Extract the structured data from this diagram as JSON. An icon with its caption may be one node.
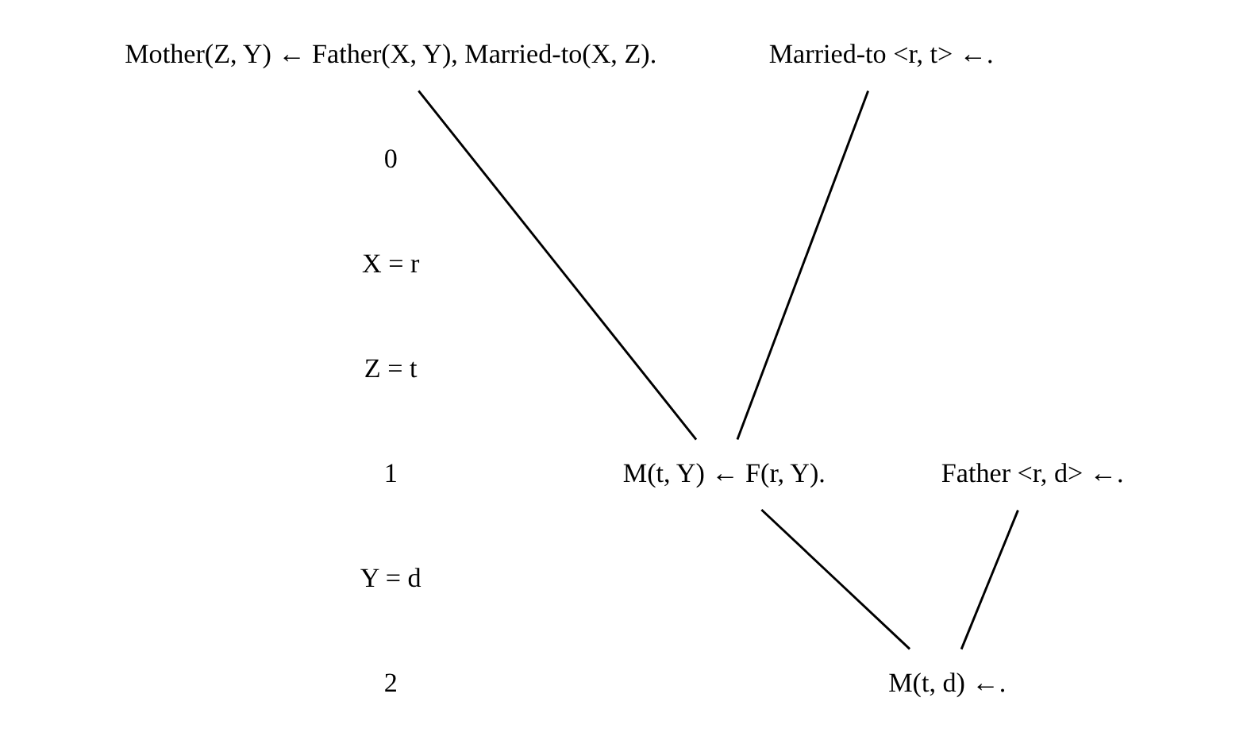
{
  "diagram": {
    "nodes": [
      {
        "text": [
          "Mother(Z, Y) ← Father(X, Y), Married-to(X, Z)."
        ]
      },
      {
        "text": [
          "Married-to <r, t> ←."
        ]
      },
      {
        "text": [
          "M(t, Y) ← F(r, Y)."
        ]
      },
      {
        "text": [
          "Father <r, d> ←."
        ]
      },
      {
        "text": [
          "M(t, d) ←."
        ]
      }
    ],
    "edges": [
      {
        "from": 0,
        "to": 2,
        "arrow": "none"
      },
      {
        "from": 1,
        "to": 2,
        "arrow": "none"
      },
      {
        "from": 2,
        "to": 4,
        "arrow": "none"
      },
      {
        "from": 3,
        "to": 4,
        "arrow": "none"
      }
    ],
    "labels": [
      "0",
      "X = r",
      "Z = t",
      "1",
      "Y = d",
      "2"
    ]
  }
}
